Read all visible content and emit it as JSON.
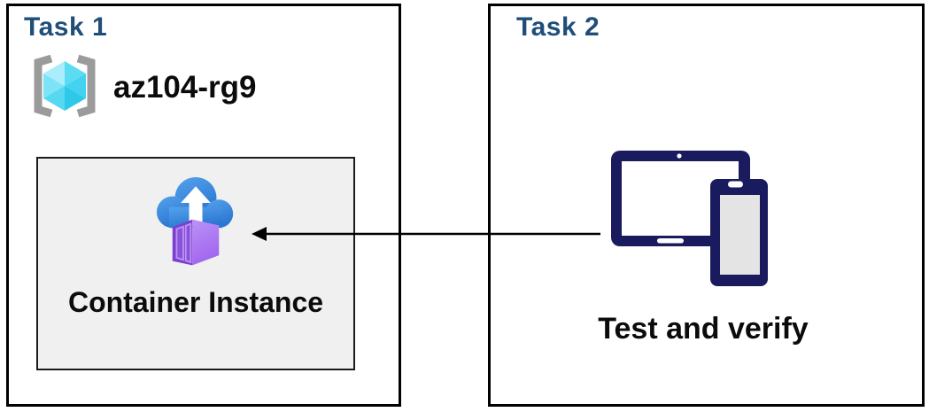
{
  "colors": {
    "title_blue": "#1f4e79",
    "box_border": "#000000",
    "inner_box_bg": "#f0f0f0",
    "device_navy": "#1a1a5e",
    "container_purple": "#a16aee",
    "cloud_blue": "#3b87dc",
    "cube_cyan": "#50d8f0",
    "bracket_gray": "#9b9b9b",
    "arrow_black": "#000000"
  },
  "task1": {
    "title": "Task 1",
    "resource_group": {
      "name": "az104-rg9",
      "icon": "resource-group-icon"
    },
    "inner_box": {
      "label": "Container Instance",
      "icon": "container-instance-icon"
    }
  },
  "task2": {
    "title": "Task 2",
    "label": "Test and verify",
    "icon": "devices-icon"
  },
  "arrow": {
    "from": "devices-icon",
    "to": "container-instance-icon",
    "direction": "right-to-left"
  }
}
